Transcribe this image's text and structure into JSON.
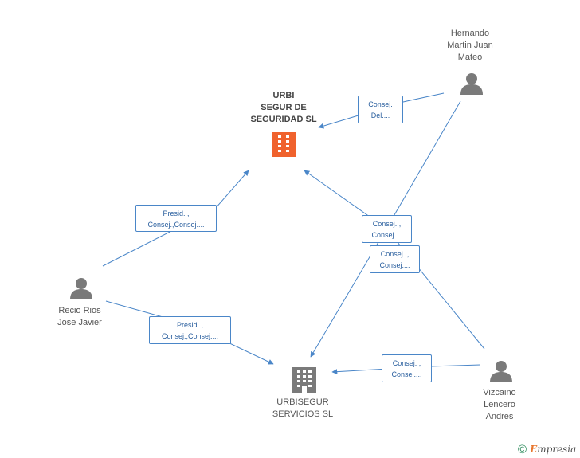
{
  "nodes": {
    "hernando": {
      "label": "Hernando\nMartin Juan\nMateo",
      "type": "person"
    },
    "urbi_segur": {
      "label": "URBI\nSEGUR DE\nSEGURIDAD SL",
      "type": "company-main",
      "color": "#f0622d"
    },
    "recio": {
      "label": "Recio Rios\nJose Javier",
      "type": "person"
    },
    "urbisegur_servicios": {
      "label": "URBISEGUR\nSERVICIOS SL",
      "type": "company",
      "color": "#7a7a7a"
    },
    "vizcaino": {
      "label": "Vizcaino\nLencero\nAndres",
      "type": "person"
    }
  },
  "relations": {
    "hernando_urbi": "Consej.\nDel....",
    "recio_urbi": "Presid. ,\nConsej.,Consej....",
    "hernando_servicios": "Consej. ,\nConsej....",
    "vizcaino_urbi": "Consej. ,\nConsej....",
    "recio_servicios": "Presid. ,\nConsej.,Consej....",
    "vizcaino_servicios": "Consej. ,\nConsej...."
  },
  "colors": {
    "edge": "#4a86c8",
    "person_icon": "#7a7a7a"
  },
  "footer": {
    "copyright": "©",
    "brand_first": "E",
    "brand_rest": "mpresia"
  }
}
